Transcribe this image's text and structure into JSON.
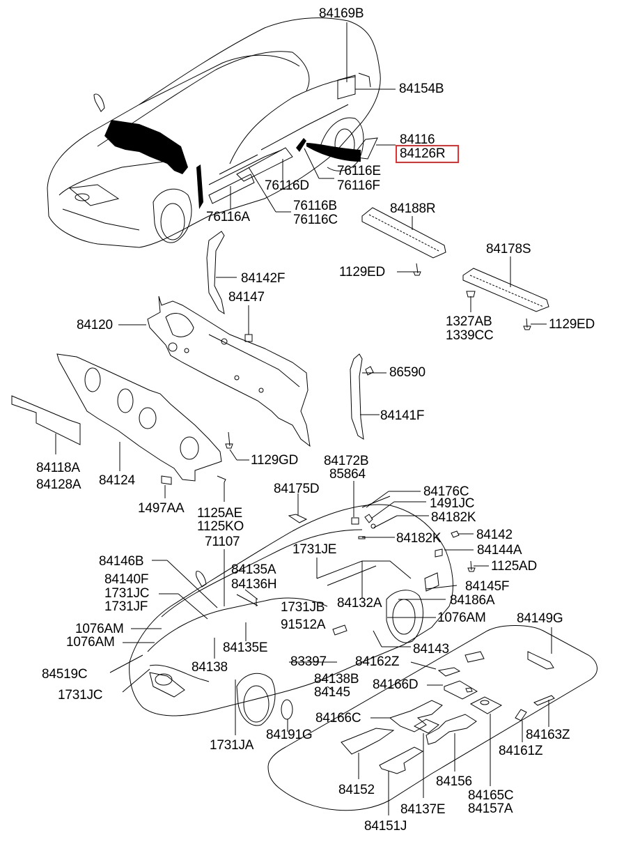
{
  "diagram": {
    "title": "Insulator / Dash Panel Parts Diagram",
    "highlight_color": "#e03030",
    "highlighted_part": "84126R",
    "labels": {
      "p84169B": "84169B",
      "p84154B": "84154B",
      "p84116": "84116",
      "p84126R": "84126R",
      "p76116E": "76116E",
      "p76116F": "76116F",
      "p76116D": "76116D",
      "p76116B": "76116B",
      "p76116C": "76116C",
      "p76116A": "76116A",
      "p84188R": "84188R",
      "p84178S": "84178S",
      "p1129ED_a": "1129ED",
      "p1129ED_b": "1129ED",
      "p1327AB": "1327AB",
      "p1339CC": "1339CC",
      "p84142F": "84142F",
      "p84147": "84147",
      "p84120": "84120",
      "p86590": "86590",
      "p84141F": "84141F",
      "p84118A": "84118A",
      "p84128A": "84128A",
      "p84124": "84124",
      "p1129GD": "1129GD",
      "p1497AA": "1497AA",
      "p1125AE": "1125AE",
      "p1125KO": "1125KO",
      "p71107": "71107",
      "p84175D": "84175D",
      "p84172B": "84172B",
      "p85864": "85864",
      "p84176C": "84176C",
      "p1491JC": "1491JC",
      "p84182K_a": "84182K",
      "p84182K_b": "84182K",
      "p84142": "84142",
      "p84144A": "84144A",
      "p1125AD": "1125AD",
      "p1731JE": "1731JE",
      "p84146B": "84146B",
      "p84140F": "84140F",
      "p1731JC_a": "1731JC",
      "p1731JF": "1731JF",
      "p84135A": "84135A",
      "p84136H": "84136H",
      "p1731JB": "1731JB",
      "p84132A": "84132A",
      "p91512A": "91512A",
      "p84145F": "84145F",
      "p84186A": "84186A",
      "p1076AM_a": "1076AM",
      "p1076AM_b": "1076AM",
      "p1076AM_c": "1076AM",
      "p84149G": "84149G",
      "p84135E": "84135E",
      "p84143": "84143",
      "p84519C": "84519C",
      "p84138": "84138",
      "p83397": "83397",
      "p84162Z": "84162Z",
      "p84138B": "84138B",
      "p84145": "84145",
      "p84166D": "84166D",
      "p1731JC_b": "1731JC",
      "p84166C": "84166C",
      "p84163Z": "84163Z",
      "p84161Z": "84161Z",
      "p1731JA": "1731JA",
      "p84191G": "84191G",
      "p84152": "84152",
      "p84156": "84156",
      "p84165C": "84165C",
      "p84157A": "84157A",
      "p84137E": "84137E",
      "p84151J": "84151J"
    }
  }
}
